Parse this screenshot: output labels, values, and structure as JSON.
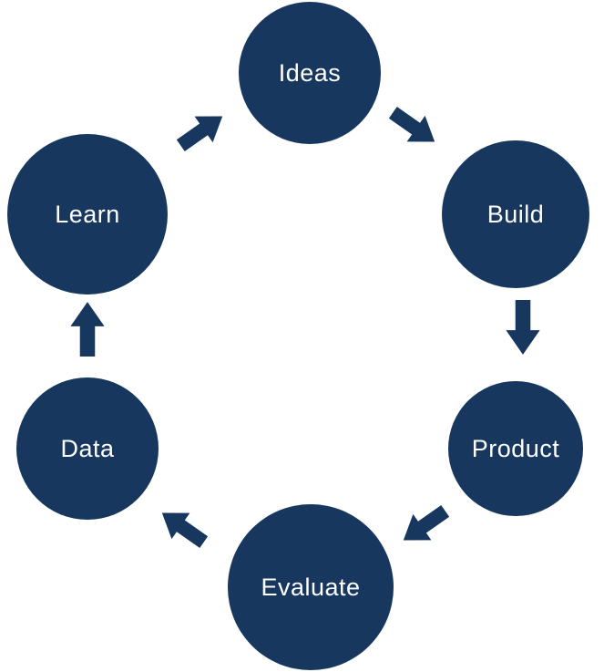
{
  "diagram": {
    "type": "cycle",
    "accent_color": "#17375E",
    "text_color": "#FFFFFF",
    "nodes": [
      {
        "id": "ideas",
        "label": "Ideas"
      },
      {
        "id": "build",
        "label": "Build"
      },
      {
        "id": "product",
        "label": "Product"
      },
      {
        "id": "evaluate",
        "label": "Evaluate"
      },
      {
        "id": "data",
        "label": "Data"
      },
      {
        "id": "learn",
        "label": "Learn"
      }
    ],
    "arrows": [
      {
        "from": "Learn",
        "to": "Ideas"
      },
      {
        "from": "Ideas",
        "to": "Build"
      },
      {
        "from": "Build",
        "to": "Product"
      },
      {
        "from": "Product",
        "to": "Evaluate"
      },
      {
        "from": "Evaluate",
        "to": "Data"
      },
      {
        "from": "Data",
        "to": "Learn"
      }
    ]
  }
}
